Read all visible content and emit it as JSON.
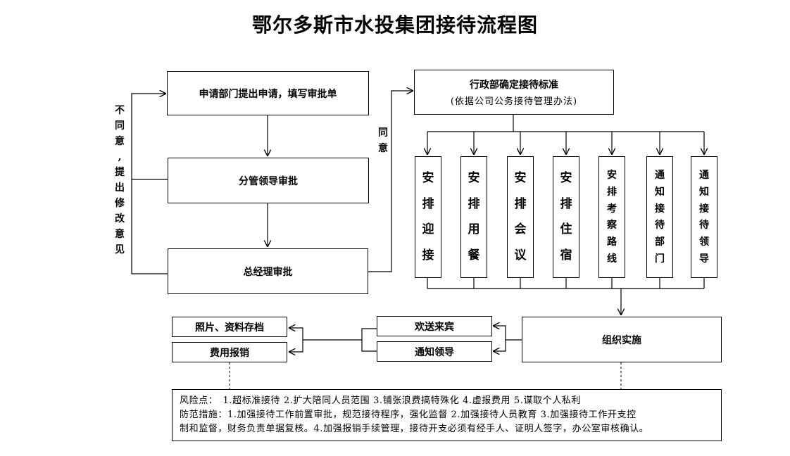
{
  "title": "鄂尔多斯市水投集团接待流程图",
  "left_chain": {
    "apply": "申请部门提出申请，填写审批单",
    "supervisor": "分管领导审批",
    "gm": "总经理审批"
  },
  "labels": {
    "disagree": [
      "不",
      "同",
      "意",
      ",",
      "提",
      "出",
      "修",
      "改",
      "意",
      "见"
    ],
    "agree": [
      "同",
      "意"
    ]
  },
  "standard": {
    "line1": "行政部确定接待标准",
    "line2": "(依据公司公务接待管理办法)"
  },
  "tasks": [
    {
      "name": "task-pickup",
      "chars": [
        "安",
        "排",
        "迎",
        "接"
      ]
    },
    {
      "name": "task-meals",
      "chars": [
        "安",
        "排",
        "用",
        "餐"
      ]
    },
    {
      "name": "task-meeting",
      "chars": [
        "安",
        "排",
        "会",
        "议"
      ]
    },
    {
      "name": "task-lodging",
      "chars": [
        "安",
        "排",
        "住",
        "宿"
      ]
    },
    {
      "name": "task-route",
      "chars": [
        "安",
        "排",
        "考",
        "察",
        "路",
        "线"
      ]
    },
    {
      "name": "task-notify-dept",
      "chars": [
        "通",
        "知",
        "接",
        "待",
        "部",
        "门"
      ]
    },
    {
      "name": "task-notify-leader",
      "chars": [
        "通",
        "知",
        "接",
        "待",
        "领",
        "导"
      ]
    }
  ],
  "bottom": {
    "organize": "组织实施",
    "farewell": "欢送来宾",
    "notify_leader": "通知领导",
    "archive": "照片、资料存档",
    "reimburse": "费用报销"
  },
  "risk": {
    "line1": "风险点：　1.超标准接待 2.扩大陪同人员范围 3.铺张浪费搞特殊化 4.虚报费用 5.谋取个人私利",
    "line2": "防范措施：1.加强接待工作前置审批，规范接待程序，强化监督 2.加强接待人员教育 3.加强接待工作开支控",
    "line3": "制和监督，财务负责单据复核。4.加强报销手续管理，接待开支必须有经手人、证明人签字，办公室审核确认。"
  }
}
